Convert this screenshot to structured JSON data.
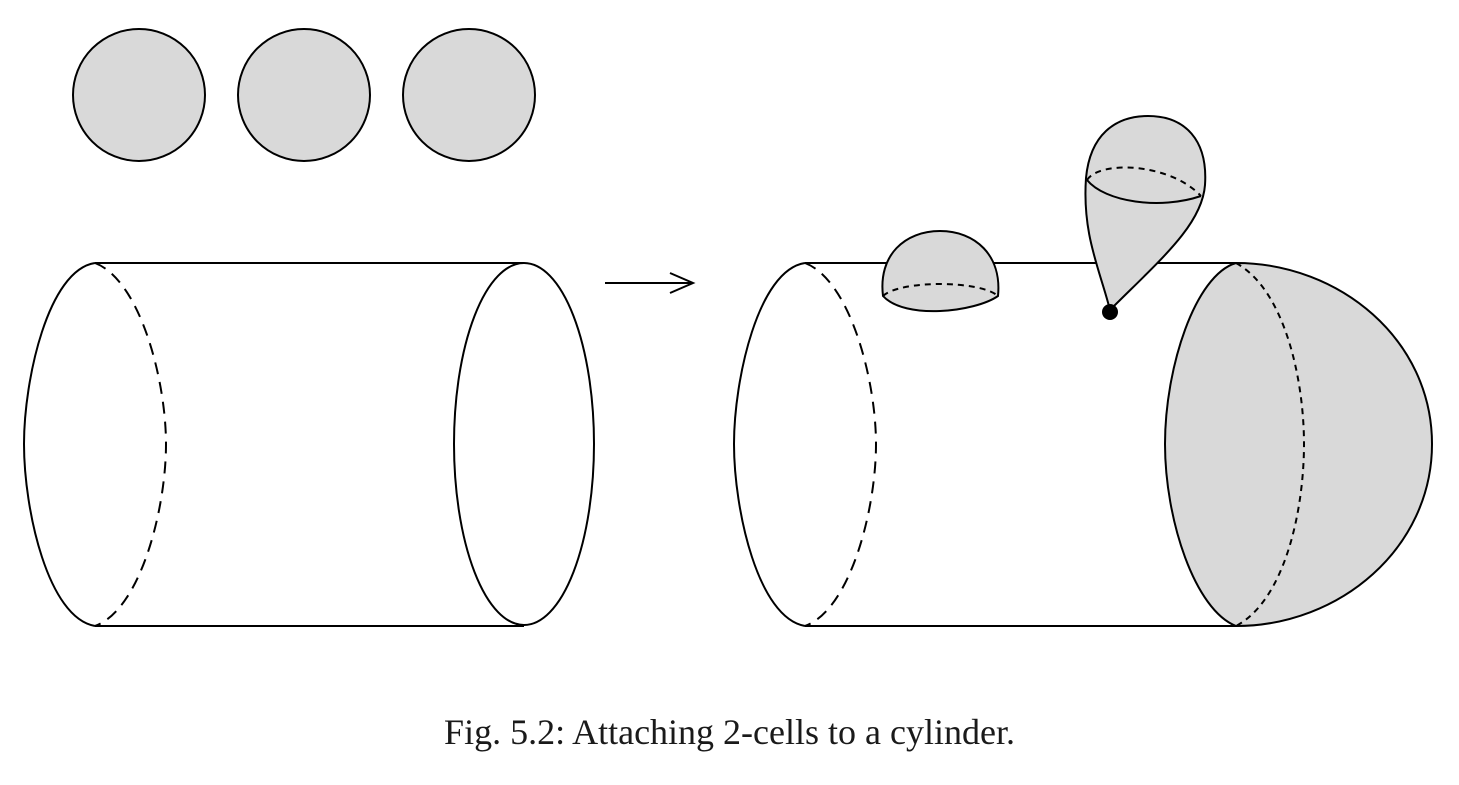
{
  "caption": {
    "prefix": "Fig. 5.2: Attaching ",
    "number": "2",
    "suffix": "-cells to a cylinder."
  },
  "colors": {
    "cell_fill": "#d9d9d9",
    "stroke": "#000000",
    "background": "#ffffff"
  },
  "icons": {
    "arrow": "right-arrow-icon",
    "attach_point": "dot-icon"
  }
}
